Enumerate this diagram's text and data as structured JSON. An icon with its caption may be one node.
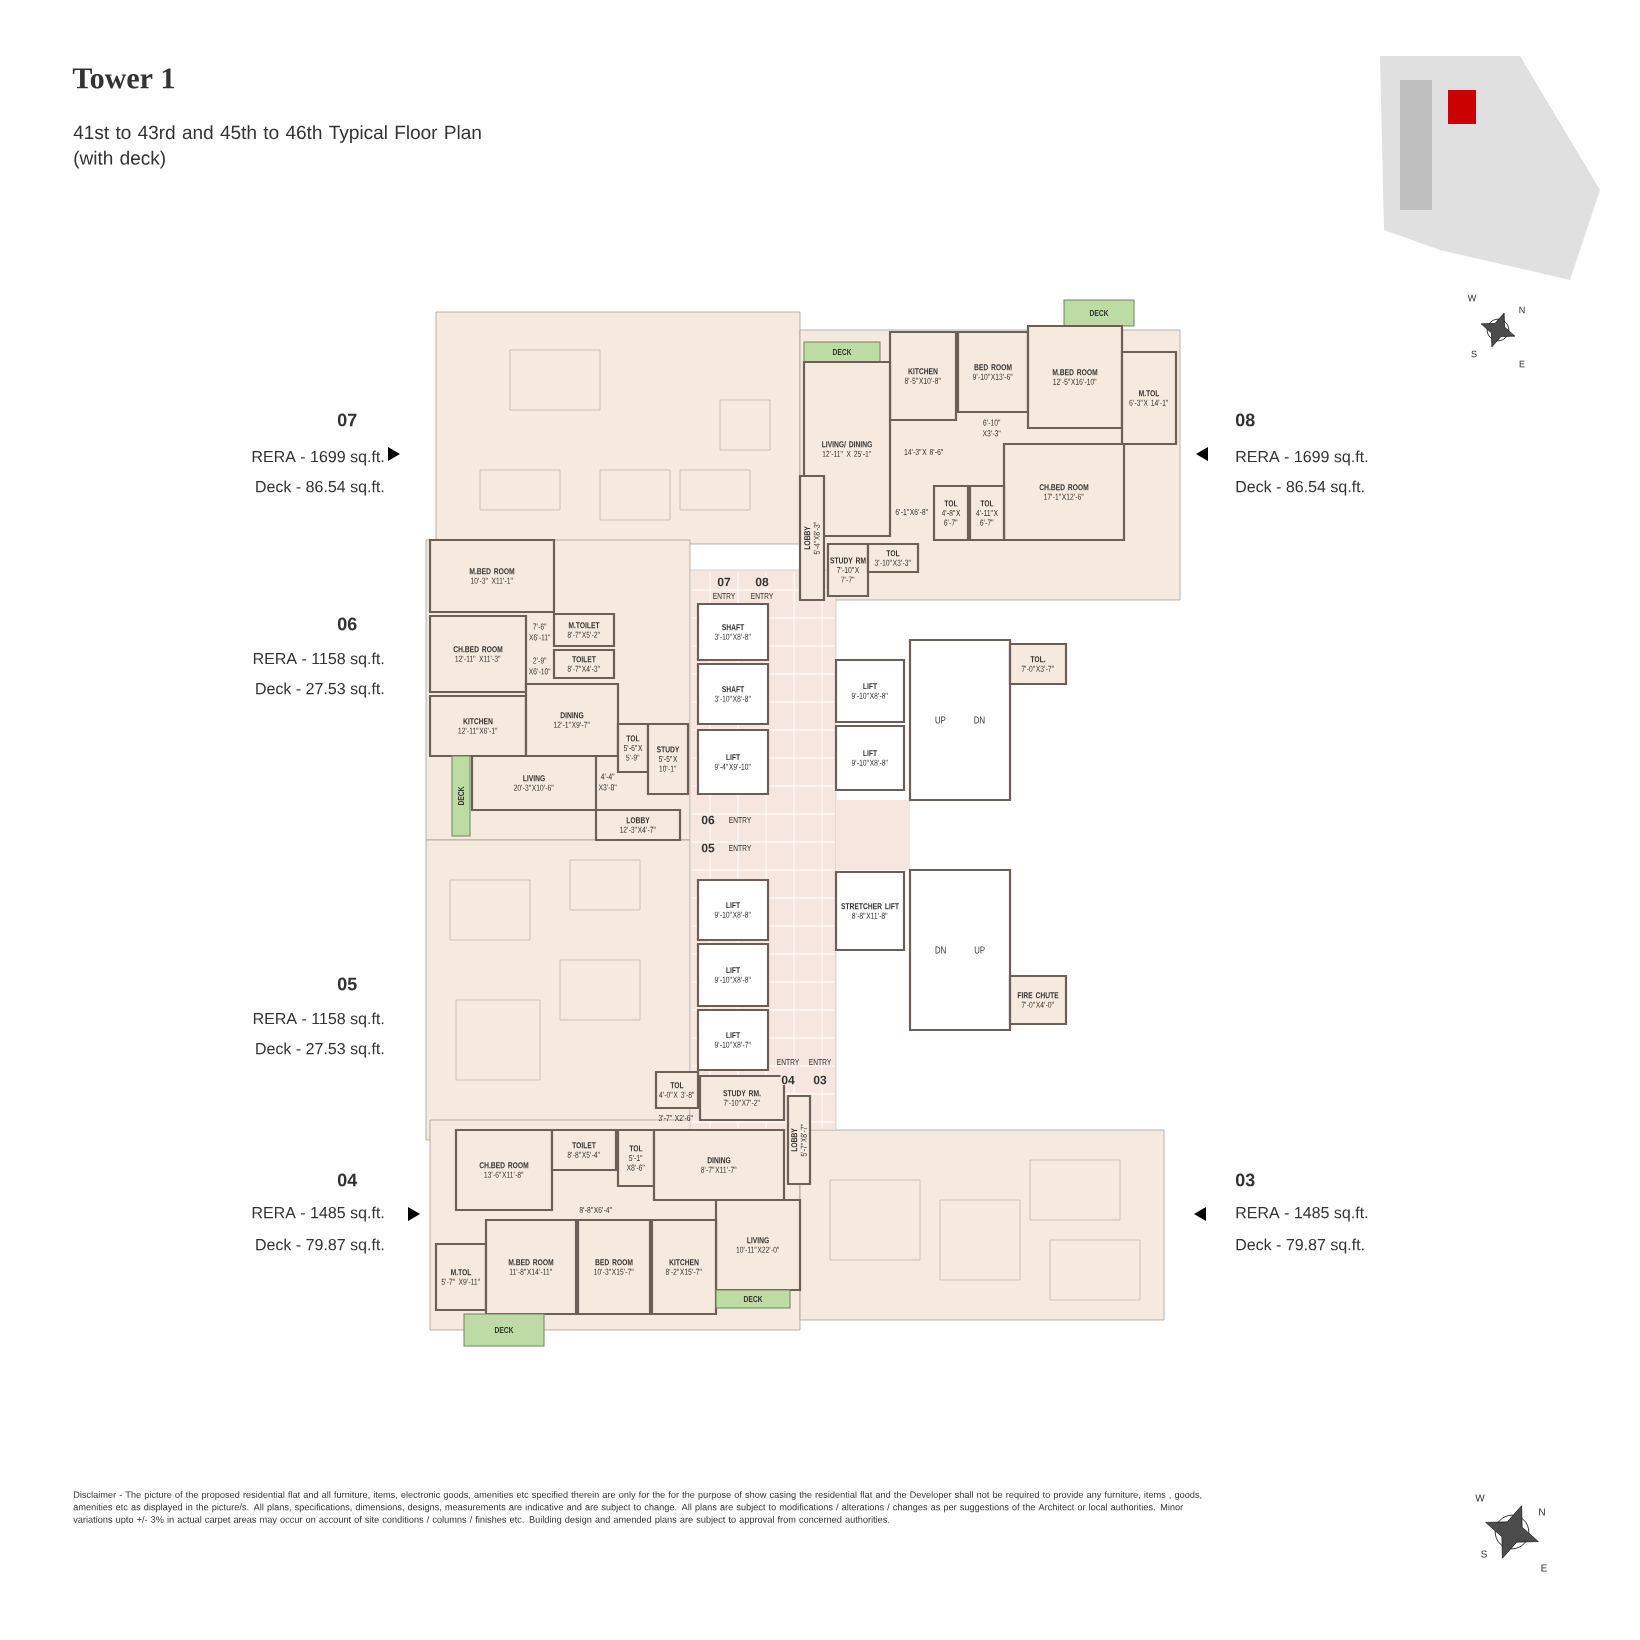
{
  "diagram": {
    "title": "Tower 1",
    "nodes": [
      {
        "text": [
          "DECK"
        ]
      },
      {
        "text": [
          "KITCHEN",
          "8'-5\"X10'-8\""
        ]
      },
      {
        "text": [
          "BED ROOM",
          "9'-10\"X13'-6\""
        ]
      },
      {
        "text": [
          "DECK"
        ]
      },
      {
        "text": [
          "M.BED ROOM",
          "12'-5\"X16'-10\""
        ]
      },
      {
        "text": [
          "M.TOL",
          "6'-3\"X 14'-1\""
        ]
      },
      {
        "text": [
          "LIVING/ DINING",
          "12'-11\" X 25'-1\""
        ]
      },
      {
        "text": [
          "CH.BED ROOM",
          "17'-1\"X12'-6\""
        ]
      },
      {
        "text": [
          "TOL",
          "4'-8\"X 6'-7\""
        ]
      },
      {
        "text": [
          "TOL",
          "4'-11\"X 6'-7\""
        ]
      },
      {
        "text": [
          "LOBBY",
          "5'-4\"X8'-3\""
        ]
      },
      {
        "text": [
          "STUDY RM",
          "7'-10\"X 7'-7\""
        ]
      },
      {
        "text": [
          "TOL",
          "3'-10\"X3'-3\""
        ]
      },
      {
        "text": [
          "M.BED ROOM",
          "10'-3\" X11'-1\""
        ]
      },
      {
        "text": [
          "CH.BED ROOM",
          "12'-11\" X11'-3\""
        ]
      },
      {
        "text": [
          "M.TOILET",
          "8'-7\"X5'-2\""
        ]
      },
      {
        "text": [
          "TOILET",
          "8'-7\"X4'-3\""
        ]
      },
      {
        "text": [
          "KITCHEN",
          "12'-11\"X6'-1\""
        ]
      },
      {
        "text": [
          "DINING",
          "12'-1\"X9'-7\""
        ]
      },
      {
        "text": [
          "TOL",
          "5'-6\"X 5'-9\""
        ]
      },
      {
        "text": [
          "STUDY",
          "5'-5\"X 10'-1\""
        ]
      },
      {
        "text": [
          "LIVING",
          "20'-3\"X10'-6\""
        ]
      },
      {
        "text": [
          "LOBBY",
          "12'-3\"X4'-7\""
        ]
      },
      {
        "text": [
          "DECK"
        ]
      },
      {
        "text": [
          "SHAFT",
          "3'-10\"X8'-8\""
        ]
      },
      {
        "text": [
          "SHAFT",
          "3'-10\"X8'-8\""
        ]
      },
      {
        "text": [
          "LIFT",
          "9'-4\"X9'-10\""
        ]
      },
      {
        "text": [
          "LIFT",
          "9'-10\"X8'-8\""
        ]
      },
      {
        "text": [
          "LIFT",
          "9'-10\"X8'-8\""
        ]
      },
      {
        "text": [
          "UP",
          "DN"
        ]
      },
      {
        "text": [
          "TOL.",
          "7'-0\"X3'-7\""
        ]
      },
      {
        "text": [
          "STRETCHER LIFT",
          "8'-8\"X11'-8\""
        ]
      },
      {
        "text": [
          "DN",
          "UP"
        ]
      },
      {
        "text": [
          "FIRE CHUTE",
          "7'-0\"X4'-0\""
        ]
      },
      {
        "text": [
          "LIFT",
          "9'-10\"X8'-8\""
        ]
      },
      {
        "text": [
          "LIFT",
          "9'-10\"X8'-8\""
        ]
      },
      {
        "text": [
          "LIFT",
          "9'-10\"X8'-7\""
        ]
      },
      {
        "text": [
          "TOL",
          "4'-0\"X 3'-8\""
        ]
      },
      {
        "text": [
          "STUDY RM.",
          "7'-10\"X7'-2\""
        ]
      },
      {
        "text": [
          "LOBBY",
          "5'-7\"X8'-7\""
        ]
      },
      {
        "text": [
          "CH.BED ROOM",
          "13'-6\"X11'-8\""
        ]
      },
      {
        "text": [
          "TOILET",
          "8'-8\"X5'-4\""
        ]
      },
      {
        "text": [
          "TOL",
          "5'-1\" X8'-6\""
        ]
      },
      {
        "text": [
          "DINING",
          "8'-7\"X11'-7\""
        ]
      },
      {
        "text": [
          "LIVING",
          "10'-11\"X22'-0\""
        ]
      },
      {
        "text": [
          "M.TOL",
          "5'-7\" X9'-11\""
        ]
      },
      {
        "text": [
          "M.BED ROOM",
          "11'-8\"X14'-11\""
        ]
      },
      {
        "text": [
          "BED ROOM",
          "10'-3\"X15'-7\""
        ]
      },
      {
        "text": [
          "KITCHEN",
          "8'-2\"X15'-7\""
        ]
      },
      {
        "text": [
          "DECK"
        ]
      },
      {
        "text": [
          "DECK"
        ]
      }
    ],
    "labels": [
      "41st to 43rd and 45th to 46th Typical Floor Plan (with deck)",
      "07",
      "RERA - 1699 sq.ft.",
      "Deck - 86.54 sq.ft.",
      "08",
      "RERA - 1699 sq.ft.",
      "Deck - 86.54 sq.ft.",
      "06",
      "RERA - 1158 sq.ft.",
      "Deck - 27.53 sq.ft.",
      "05",
      "RERA - 1158 sq.ft.",
      "Deck - 27.53 sq.ft.",
      "04",
      "RERA - 1485 sq.ft.",
      "Deck - 79.87 sq.ft.",
      "03",
      "RERA - 1485 sq.ft.",
      "Deck - 79.87 sq.ft.",
      "14'-3\"X 8'-6\"",
      "6'-10\" X3'-3\"",
      "6'-1\"X6'-8\"",
      "07",
      "ENTRY",
      "08",
      "ENTRY",
      "7'-6\" X6'-11\"",
      "2'-9\" X6'-10\"",
      "4'-4\" X3'-8\"",
      "06",
      "ENTRY",
      "05",
      "ENTRY",
      "ENTRY",
      "04",
      "ENTRY",
      "03",
      "3'-7\" X2'-6\"",
      "8'-8\"X6'-4\"",
      "W",
      "N",
      "S",
      "E",
      "W",
      "N",
      "S",
      "E",
      "Disclaimer - The picture of the proposed residential flat and all furniture, items, electronic goods, amenities etc specified therein are only for the for the purpose of show casing the residential flat and the Developer shall not be required to provide any furniture, items , goods, amenities etc as displayed in the picture/s. All plans, specifications, dimensions, designs, measurements are indicative and are subject to change. All plans are subject to modifications / alterations / changes as per suggestions of the Architect or local authorities. Minor variations upto +/- 3% in actual carpet areas may occur on account of site conditions / columns / finishes etc. Building design and amended plans are subject to approval from concerned authorities."
    ]
  }
}
